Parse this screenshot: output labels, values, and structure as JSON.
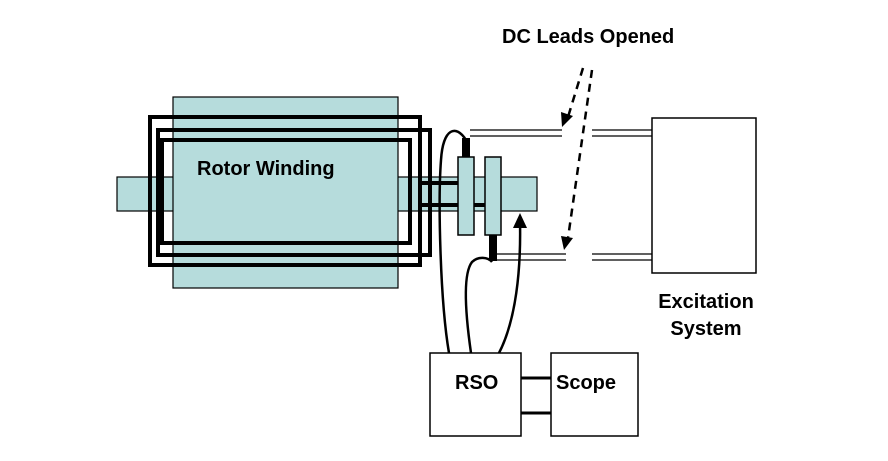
{
  "labels": {
    "rotor_winding": "Rotor Winding",
    "dc_leads": "DC Leads Opened",
    "excitation_line1": "Excitation",
    "excitation_line2": "System",
    "rso": "RSO",
    "scope": "Scope"
  },
  "colors": {
    "rotor_fill": "#b6dcdc",
    "line": "#000000",
    "background": "#ffffff"
  }
}
